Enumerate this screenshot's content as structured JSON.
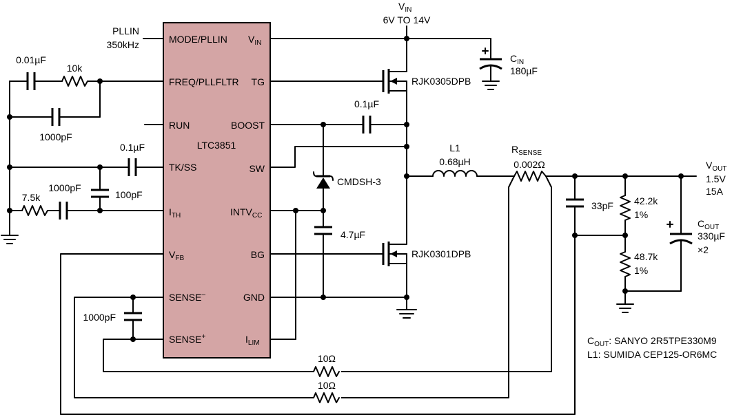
{
  "ic": {
    "name": "LTC3851",
    "fill": "#d4a5a5",
    "pins_left": {
      "mode": "MODE/PLLIN",
      "freq": "FREQ/PLLFLTR",
      "run": "RUN",
      "tkss": "TK/SS",
      "ith": "I",
      "ith_sub": "TH",
      "vfb": "V",
      "vfb_sub": "FB",
      "sense_m": "SENSE",
      "sense_m_sup": "–",
      "sense_p": "SENSE",
      "sense_p_sup": "+"
    },
    "pins_right": {
      "vin": "V",
      "vin_sub": "IN",
      "tg": "TG",
      "boost": "BOOST",
      "sw": "SW",
      "intvcc": "INTV",
      "intvcc_sub": "CC",
      "bg": "BG",
      "gnd": "GND",
      "ilim": "I",
      "ilim_sub": "LIM"
    }
  },
  "inputs": {
    "pllin": "PLLIN",
    "pllin_freq": "350kHz"
  },
  "vin": {
    "label": "V",
    "label_sub": "IN",
    "range": "6V TO 14V"
  },
  "cin": {
    "label": "C",
    "label_sub": "IN",
    "value": "180µF"
  },
  "mosfet_top": "RJK0305DPB",
  "mosfet_bot": "RJK0301DPB",
  "diode": "CMDSH-3",
  "components": {
    "c_boost": "0.1µF",
    "c_freq": "0.01µF",
    "r_freq": "10k",
    "c_freq2": "1000pF",
    "c_tkss": "0.1µF",
    "c_ith_small": "100pF",
    "c_ith": "1000pF",
    "r_ith": "7.5k",
    "c_intvcc": "4.7µF",
    "c_sense": "1000pF",
    "r_sense1": "10Ω",
    "r_sense2": "10Ω",
    "l1_name": "L1",
    "l1_value": "0.68µH",
    "rsense_label": "R",
    "rsense_sub": "SENSE",
    "rsense_value": "0.002Ω",
    "c_ff": "33pF",
    "r_top": "42.2k",
    "r_top_tol": "1%",
    "r_bot": "48.7k",
    "r_bot_tol": "1%"
  },
  "vout": {
    "label": "V",
    "label_sub": "OUT",
    "voltage": "1.5V",
    "current": "15A"
  },
  "cout": {
    "label": "C",
    "label_sub": "OUT",
    "value": "330µF",
    "qty": "×2"
  },
  "notes": {
    "cout_prefix": "C",
    "cout_sub": "OUT",
    "cout_text": ": SANYO 2R5TPE330M9",
    "l1_text": "L1: SUMIDA CEP125-OR6MC"
  }
}
